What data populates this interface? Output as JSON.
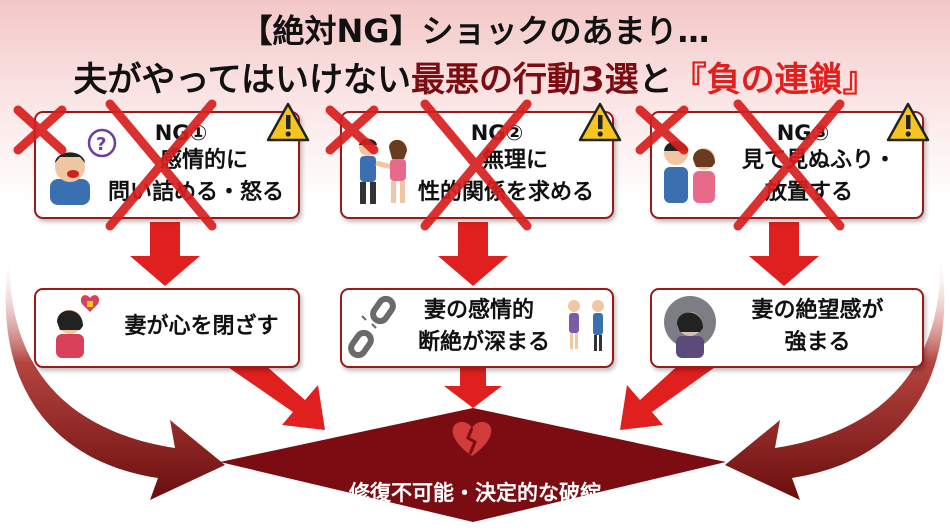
{
  "title_line1": "【絶対NG】ショックのあまり…",
  "title_line2_part1": "夫がやってはいけない",
  "title_line2_part2": "最悪の行動3選",
  "title_line2_part3": "と",
  "title_line2_part4": "『負の連鎖』",
  "ng_items": [
    {
      "label": "NG①",
      "line1": "感情的に",
      "line2": "問い詰める・怒る"
    },
    {
      "label": "NG②",
      "line1": "無理に",
      "line2": "性的関係を求める"
    },
    {
      "label": "NG③",
      "line1": "見て見ぬふり・",
      "line2": "放置する"
    }
  ],
  "results": [
    {
      "line1": "妻が心を閉ざす"
    },
    {
      "line1": "妻の感情的",
      "line2": "断絶が深まる"
    },
    {
      "line1": "妻の絶望感が",
      "line2": "強まる"
    }
  ],
  "final": "修復不可能・決定的な破綻",
  "colors": {
    "dark_red": "#7a0c12",
    "red": "#e0201e",
    "border": "#9a1a1a"
  },
  "icons": [
    "cross-icon",
    "warning-icon",
    "broken-heart-icon",
    "broken-chain-icon"
  ]
}
